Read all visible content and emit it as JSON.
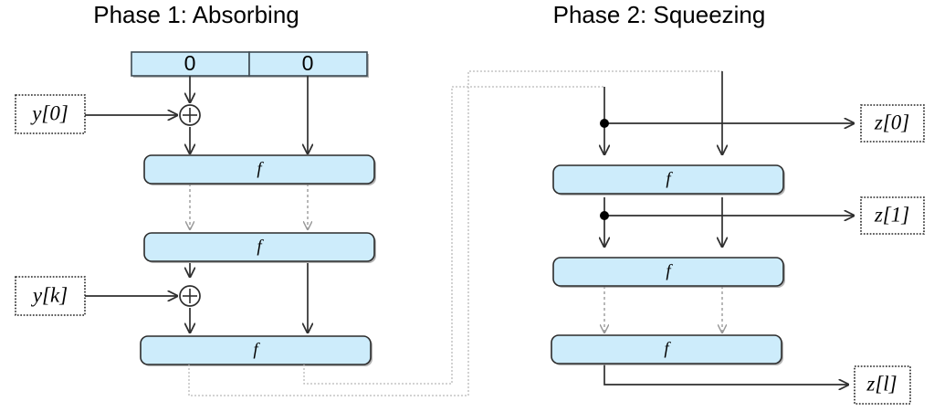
{
  "diagram": {
    "title_alt": "Sponge construction: absorbing and squeezing phases",
    "colors": {
      "block_fill": "#cdecfb",
      "block_stroke": "#2b2b2b",
      "wire": "#2f2f2f",
      "wire_internal": "#9a9a9a",
      "feedback": "#b9b9b9",
      "background": "#ffffff"
    }
  },
  "phases": [
    {
      "id": "phase1",
      "label": "Phase 1: Absorbing"
    },
    {
      "id": "phase2",
      "label": "Phase 2: Squeezing"
    }
  ],
  "state_bar": {
    "name": "initial-state",
    "cells": [
      {
        "label": "0",
        "role": "rate"
      },
      {
        "label": "0",
        "role": "capacity"
      }
    ]
  },
  "absorbing": {
    "inputs": [
      {
        "label": "y[0]",
        "target": "xor-0"
      },
      {
        "label": "y[k]",
        "target": "xor-k"
      }
    ],
    "xor_nodes": [
      {
        "name": "xor-0",
        "glyph": "+"
      },
      {
        "name": "xor-k",
        "glyph": "+"
      }
    ],
    "permutations": [
      {
        "label": "f",
        "index": 0
      },
      {
        "label": "f",
        "index": 1
      },
      {
        "label": "f",
        "index": 2
      }
    ]
  },
  "squeezing": {
    "permutations": [
      {
        "label": "f",
        "index": 0
      },
      {
        "label": "f",
        "index": 1
      },
      {
        "label": "f",
        "index": 2
      }
    ],
    "outputs": [
      {
        "label": "z[0]",
        "source": "tap-0"
      },
      {
        "label": "z[1]",
        "source": "tap-1"
      },
      {
        "label": "z[l]",
        "source": "final-f"
      }
    ],
    "taps": [
      {
        "name": "tap-0"
      },
      {
        "name": "tap-1"
      }
    ]
  }
}
